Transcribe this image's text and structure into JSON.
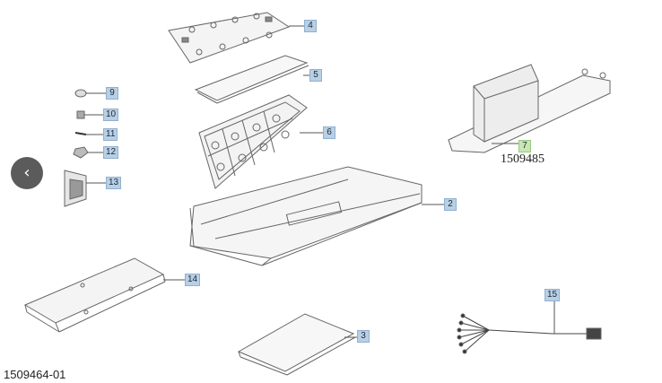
{
  "callouts": [
    {
      "id": "4",
      "label": "4"
    },
    {
      "id": "5",
      "label": "5"
    },
    {
      "id": "6",
      "label": "6"
    },
    {
      "id": "9",
      "label": "9"
    },
    {
      "id": "10",
      "label": "10"
    },
    {
      "id": "11",
      "label": "11"
    },
    {
      "id": "12",
      "label": "12"
    },
    {
      "id": "13",
      "label": "13"
    },
    {
      "id": "2",
      "label": "2"
    },
    {
      "id": "7",
      "label": "7"
    },
    {
      "id": "14",
      "label": "14"
    },
    {
      "id": "15",
      "label": "15"
    },
    {
      "id": "3",
      "label": "3"
    }
  ],
  "part_number": "1509485",
  "drawing_id": "1509464-01",
  "nav": {
    "back_icon": "‹"
  },
  "colors": {
    "callout": "#b9cfe4",
    "callout_highlight": "#c9e6b4",
    "line": "#555555"
  }
}
